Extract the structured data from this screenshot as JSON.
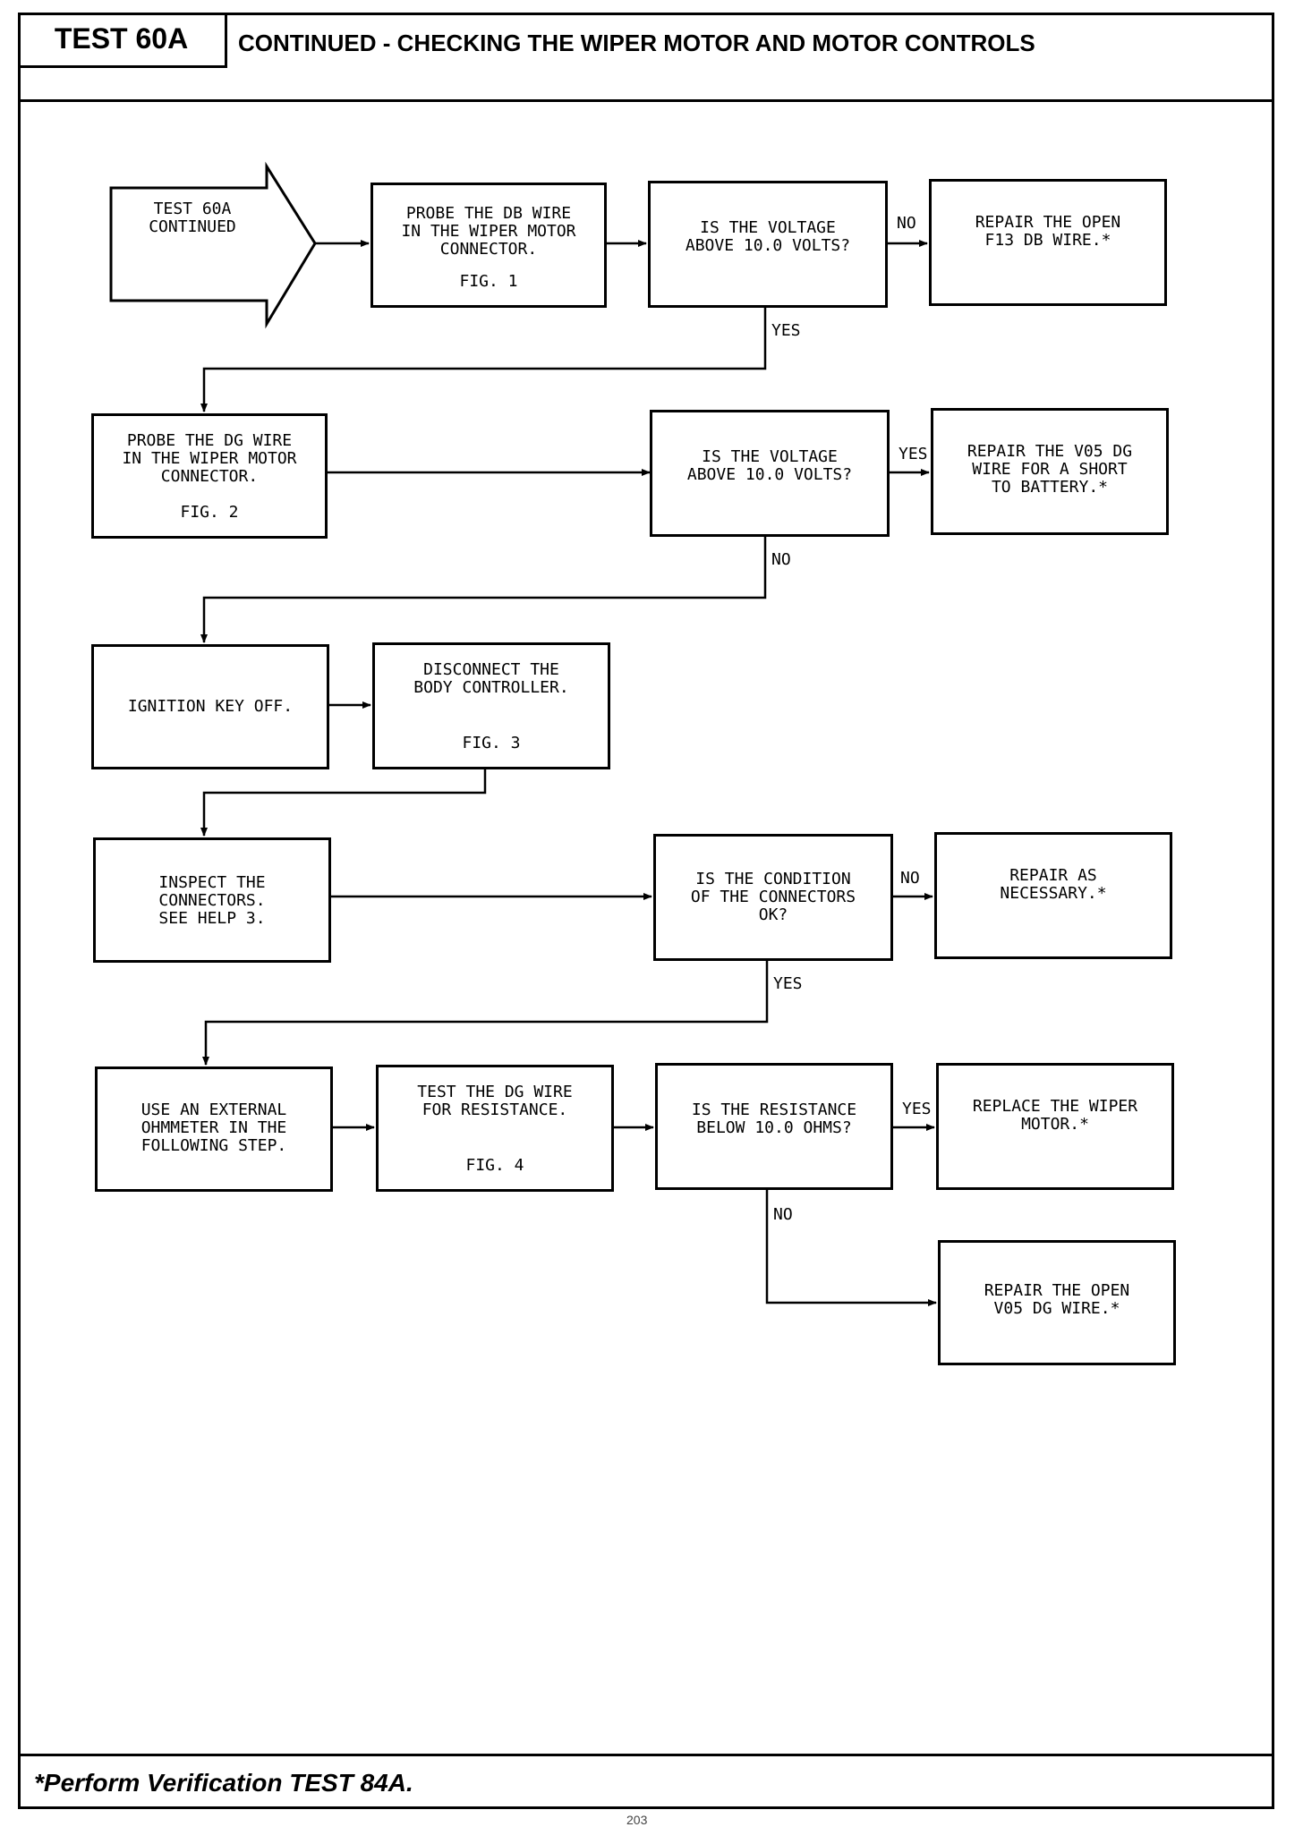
{
  "header": {
    "test_id": "TEST 60A",
    "title": "CONTINUED - CHECKING THE WIPER MOTOR AND MOTOR CONTROLS"
  },
  "footer": {
    "note": "*Perform Verification TEST 84A.",
    "page_number": "203"
  },
  "flow": {
    "start": "TEST 60A\nCONTINUED",
    "probe_db": {
      "text": "PROBE THE DB WIRE\nIN THE WIPER MOTOR\nCONNECTOR.",
      "fig": "FIG. 1"
    },
    "q_voltage_1": "IS THE VOLTAGE\nABOVE 10.0 VOLTS?",
    "repair_f13": "REPAIR THE OPEN\nF13 DB WIRE.*",
    "probe_dg": {
      "text": "PROBE THE DG WIRE\nIN THE WIPER MOTOR\nCONNECTOR.",
      "fig": "FIG. 2"
    },
    "q_voltage_2": "IS THE VOLTAGE\nABOVE 10.0 VOLTS?",
    "repair_v05_short": "REPAIR THE V05 DG\nWIRE FOR A SHORT\nTO BATTERY.*",
    "ignition_off": "IGNITION KEY OFF.",
    "disconnect": {
      "text": "DISCONNECT THE\nBODY CONTROLLER.",
      "fig": "FIG. 3"
    },
    "inspect": "INSPECT THE\nCONNECTORS.\nSEE HELP 3.",
    "q_condition": "IS THE CONDITION\nOF THE CONNECTORS\nOK?",
    "repair_necessary": "REPAIR AS\nNECESSARY.*",
    "use_ohmmeter": "USE AN EXTERNAL\nOHMMETER IN THE\nFOLLOWING STEP.",
    "test_dg": {
      "text": "TEST THE DG WIRE\nFOR RESISTANCE.",
      "fig": "FIG. 4"
    },
    "q_resistance": "IS THE RESISTANCE\nBELOW 10.0 OHMS?",
    "replace_motor": "REPLACE THE WIPER\nMOTOR.*",
    "repair_v05_open": "REPAIR THE OPEN\nV05 DG WIRE.*"
  },
  "labels": {
    "no_1": "NO",
    "yes_1": "YES",
    "yes_2": "YES",
    "no_2": "NO",
    "no_3": "NO",
    "yes_3": "YES",
    "yes_4": "YES",
    "no_4": "NO"
  }
}
